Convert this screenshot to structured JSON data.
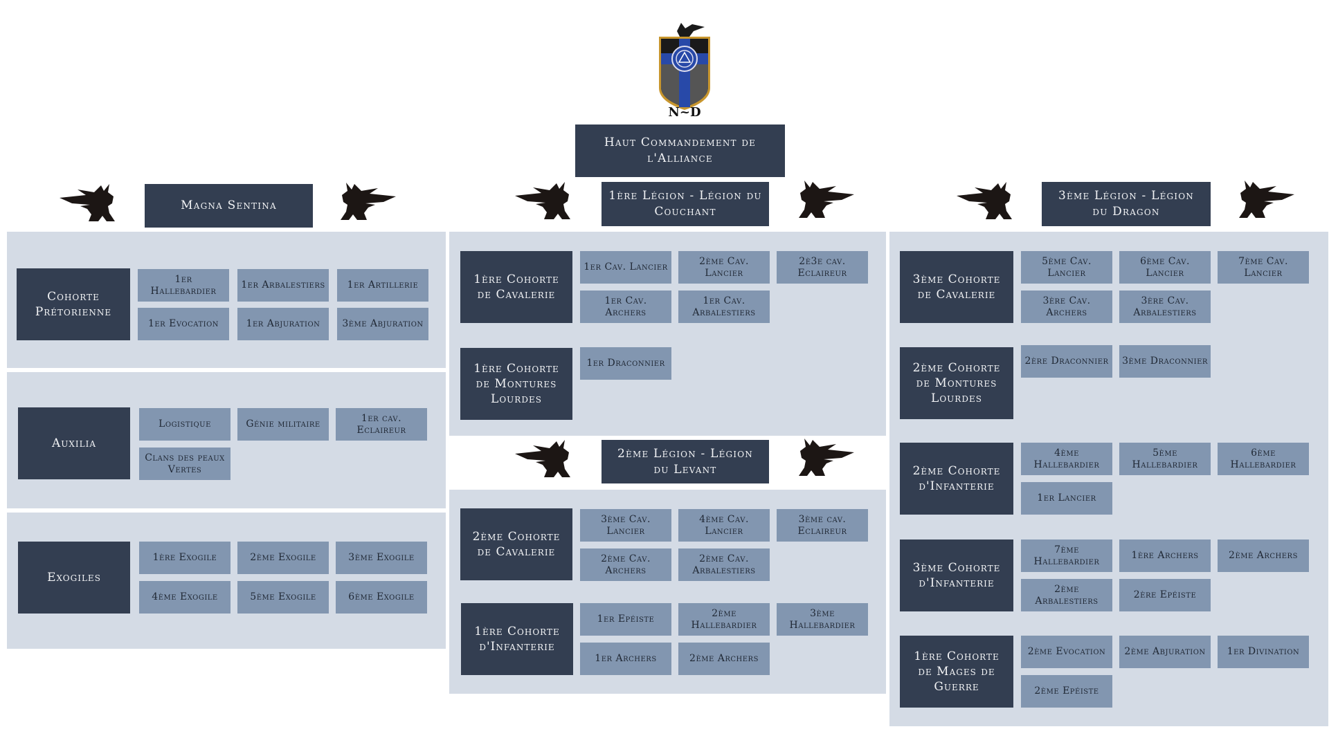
{
  "logo": {
    "icon": "shield-crest-icon",
    "text": "N~D",
    "colors": {
      "blue": "#2849a8",
      "black": "#1a1a1a",
      "grey": "#555555",
      "gold": "#c8962e"
    }
  },
  "top": {
    "title": "Haut Commandement de l'Alliance"
  },
  "colors": {
    "dark_box": "#333e51",
    "unit_box": "#8296b0",
    "panel": "#d4dbe5"
  },
  "columns": [
    {
      "header": "Magna Sentina",
      "groups": [
        {
          "cohort": "Cohorte Prétorienne",
          "units": [
            "1er Hallebardier",
            "1er Arbalestiers",
            "1er Artillerie",
            "1er Evocation",
            "1er Abjuration",
            "3ème Abjuration"
          ]
        },
        {
          "cohort": "Auxilia",
          "units": [
            "Logistique",
            "Génie militaire",
            "1er cav. Eclaireur",
            "Clans des peaux Vertes"
          ]
        },
        {
          "cohort": "Exogiles",
          "units": [
            "1ère Exogile",
            "2ème Exogile",
            "3ème Exogile",
            "4ème Exogile",
            "5ème Exogile",
            "6ème Exogile"
          ]
        }
      ]
    },
    {
      "header": "1ère Légion - Légion du Couchant",
      "groups": [
        {
          "cohort": "1ère Cohorte de Cavalerie",
          "units": [
            "1er Cav. Lancier",
            "2ème Cav. Lancier",
            "2è3e cav. Eclaireur",
            "1er Cav. Archers",
            "1er Cav. Arbalestiers"
          ]
        },
        {
          "cohort": "1ère Cohorte de Montures Lourdes",
          "units": [
            "1er Draconnier"
          ]
        }
      ]
    },
    {
      "header": "2ème Légion - Légion du Levant",
      "groups": [
        {
          "cohort": "2ème Cohorte de Cavalerie",
          "units": [
            "3ème Cav. Lancier",
            "4ème Cav. Lancier",
            "3ème cav. Eclaireur",
            "2ème Cav. Archers",
            "2ème Cav. Arbalestiers"
          ]
        },
        {
          "cohort": "1ère Cohorte d'Infanterie",
          "units": [
            "1er Epéiste",
            "2ème Hallebardier",
            "3ème Hallebardier",
            "1er Archers",
            "2ème Archers"
          ]
        }
      ]
    },
    {
      "header": "3ème Légion - Légion du Dragon",
      "groups": [
        {
          "cohort": "3ème Cohorte de Cavalerie",
          "units": [
            "5ème Cav. Lancier",
            "6ème Cav. Lancier",
            "7ème Cav. Lancier",
            "3ère Cav. Archers",
            "3ère Cav. Arbalestiers"
          ]
        },
        {
          "cohort": "2ème Cohorte de Montures Lourdes",
          "units": [
            "2ère Draconnier",
            "3ème Draconnier"
          ]
        },
        {
          "cohort": "2ème Cohorte d'Infanterie",
          "units": [
            "4ème Hallebardier",
            "5ème Hallebardier",
            "6ème Hallebardier",
            "1er Lancier"
          ]
        },
        {
          "cohort": "3ème Cohorte d'Infanterie",
          "units": [
            "7ème Hallebardier",
            "1ère Archers",
            "2ème Archers",
            "2ème Arbalestiers",
            "2ère Epéiste"
          ]
        },
        {
          "cohort": "1ère Cohorte de Mages de Guerre",
          "units": [
            "2ème Evocation",
            "2ème Abjuration",
            "1er Divination",
            "2ème Epéiste"
          ]
        }
      ]
    }
  ]
}
